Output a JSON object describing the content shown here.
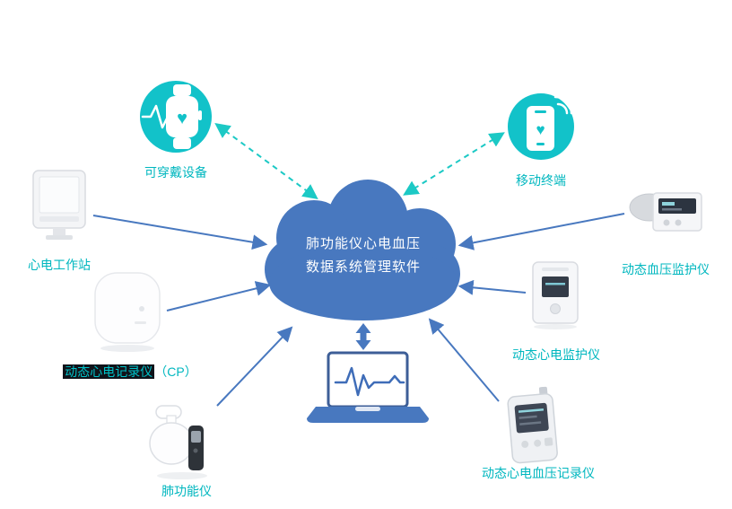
{
  "cloud": {
    "line1": "肺功能仪心电血压",
    "line2": "数据系统管理软件"
  },
  "labels": {
    "wearable": "可穿戴设备",
    "mobile": "移动终端",
    "workstation": "心电工作站",
    "cp_recorder_main": "动态心电记录仪",
    "cp_recorder_suffix": "（CP）",
    "spirometer": "肺功能仪",
    "bp_monitor": "动态血压监护仪",
    "ecg_monitor": "动态心电监护仪",
    "ecg_bp_recorder": "动态心电血压记录仪"
  },
  "colors": {
    "cloud_blue": "#4878BF",
    "arrow_blue": "#4878BF",
    "node_teal": "#12C2C9",
    "dashed_arrow_teal": "#1CC9C5",
    "label_teal": "#00B7BF",
    "highlight_bg": "#10131A"
  }
}
